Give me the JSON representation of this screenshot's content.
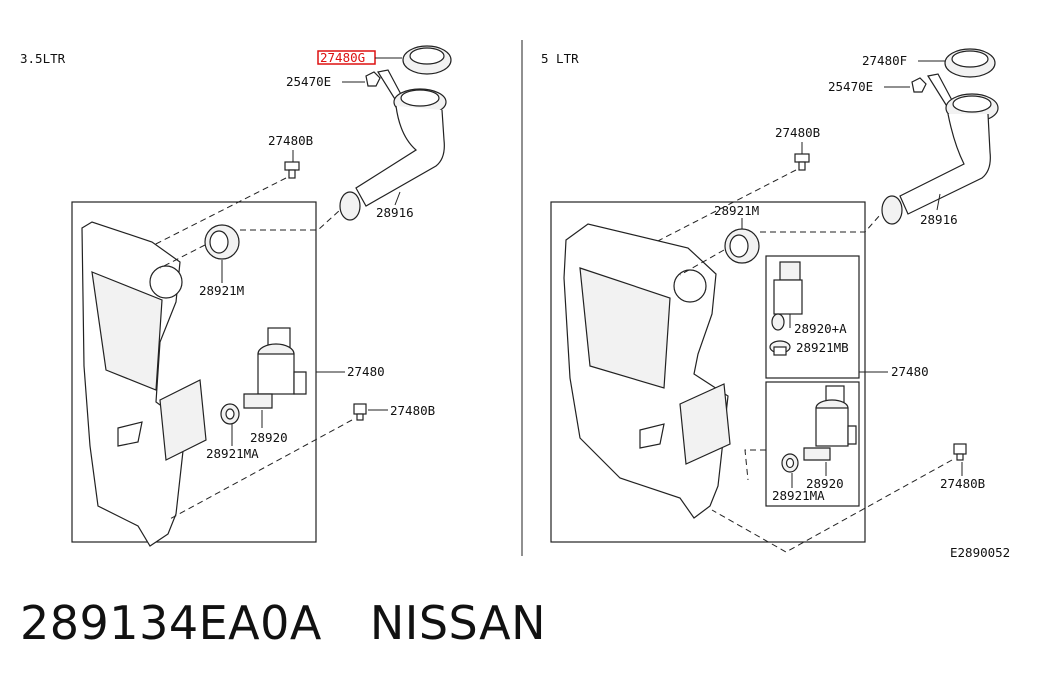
{
  "left_panel": {
    "capacity": "3.5LTR",
    "labels": {
      "cap_highlighted": "27480G",
      "bracket": "25470E",
      "bolt_top": "27480B",
      "filler_tube": "28916",
      "grommet": "28921M",
      "tank": "27480",
      "bolt_side": "27480B",
      "pump": "28920",
      "seal": "28921MA"
    }
  },
  "right_panel": {
    "capacity": "5 LTR",
    "labels": {
      "cap": "27480F",
      "bracket": "25470E",
      "bolt_top": "27480B",
      "filler_tube": "28916",
      "grommet": "28921M",
      "pump_a": "28920+A",
      "grommet_b": "28921MB",
      "tank": "27480",
      "pump": "28920",
      "seal": "28921MA",
      "bolt_side": "27480B"
    }
  },
  "diagram_code": "E2890052",
  "footer": {
    "part_number": "289134EA0A",
    "brand": "NISSAN"
  },
  "colors": {
    "highlight": "#dd1111",
    "line": "#222222"
  }
}
